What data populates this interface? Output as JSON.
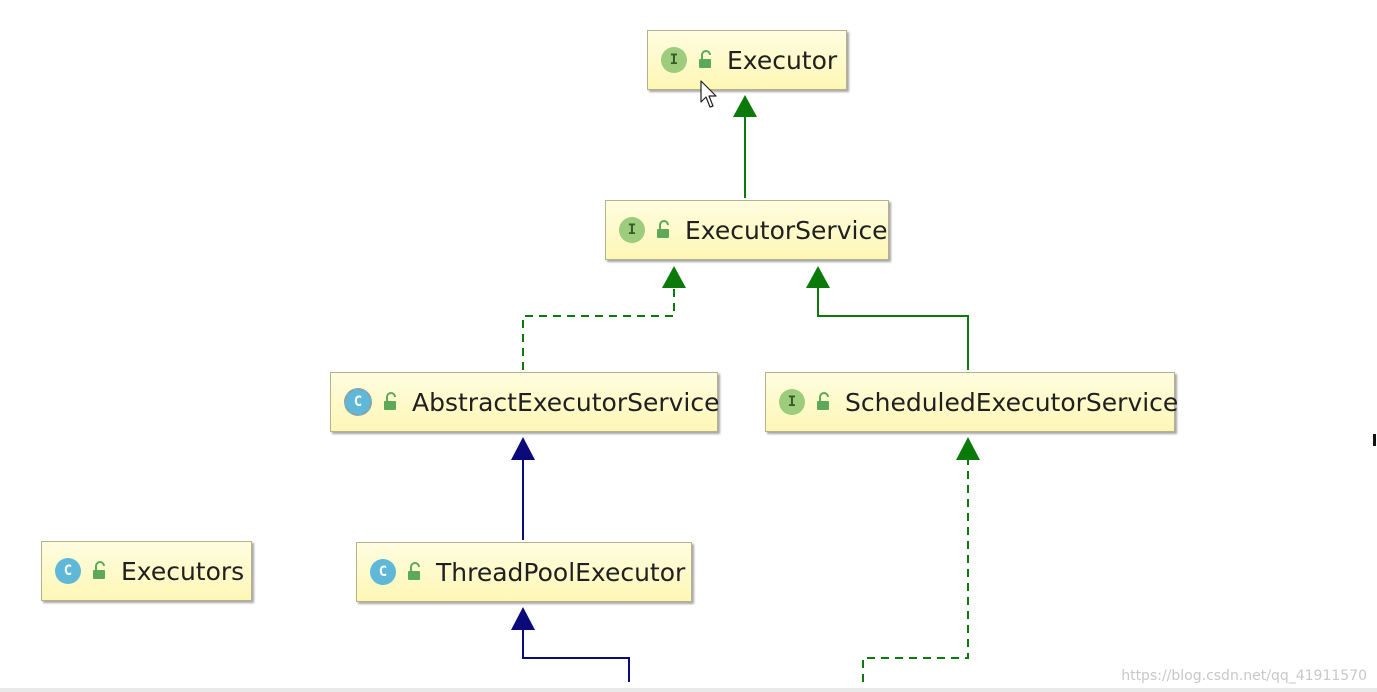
{
  "diagram": {
    "nodes": [
      {
        "id": "executor",
        "kind": "interface",
        "badge": "I",
        "label": "Executor"
      },
      {
        "id": "executor-service",
        "kind": "interface",
        "badge": "I",
        "label": "ExecutorService"
      },
      {
        "id": "abstract-executor-service",
        "kind": "abstract-class",
        "badge": "C",
        "label": "AbstractExecutorService"
      },
      {
        "id": "scheduled-executor-service",
        "kind": "interface",
        "badge": "I",
        "label": "ScheduledExecutorService"
      },
      {
        "id": "executors",
        "kind": "class",
        "badge": "C",
        "label": "Executors"
      },
      {
        "id": "thread-pool-executor",
        "kind": "class",
        "badge": "C",
        "label": "ThreadPoolExecutor"
      }
    ],
    "edges": [
      {
        "from": "executor-service",
        "to": "executor",
        "type": "extends",
        "color": "#0b7a0b",
        "style": "solid"
      },
      {
        "from": "abstract-executor-service",
        "to": "executor-service",
        "type": "implements",
        "color": "#0b7a0b",
        "style": "dashed"
      },
      {
        "from": "scheduled-executor-service",
        "to": "executor-service",
        "type": "extends",
        "color": "#0b7a0b",
        "style": "solid"
      },
      {
        "from": "thread-pool-executor",
        "to": "abstract-executor-service",
        "type": "extends",
        "color": "#0a0a7a",
        "style": "solid"
      },
      {
        "from": "offscreen-class",
        "to": "thread-pool-executor",
        "type": "extends",
        "color": "#0a0a7a",
        "style": "solid"
      },
      {
        "from": "offscreen-class",
        "to": "scheduled-executor-service",
        "type": "implements",
        "color": "#0b7a0b",
        "style": "dashed"
      }
    ]
  },
  "colors": {
    "interface_badge": "#9ccc7c",
    "class_badge": "#5fb8d8",
    "node_fill": "#fdf7b6",
    "lock_icon": "#5ea85a"
  },
  "icons": {
    "interface": "interface-badge-icon",
    "class": "class-badge-icon",
    "abstract": "abstract-class-badge-icon",
    "visibility": "open-lock-icon",
    "pointer": "mouse-cursor-icon"
  },
  "watermark": "https://blog.csdn.net/qq_41911570"
}
